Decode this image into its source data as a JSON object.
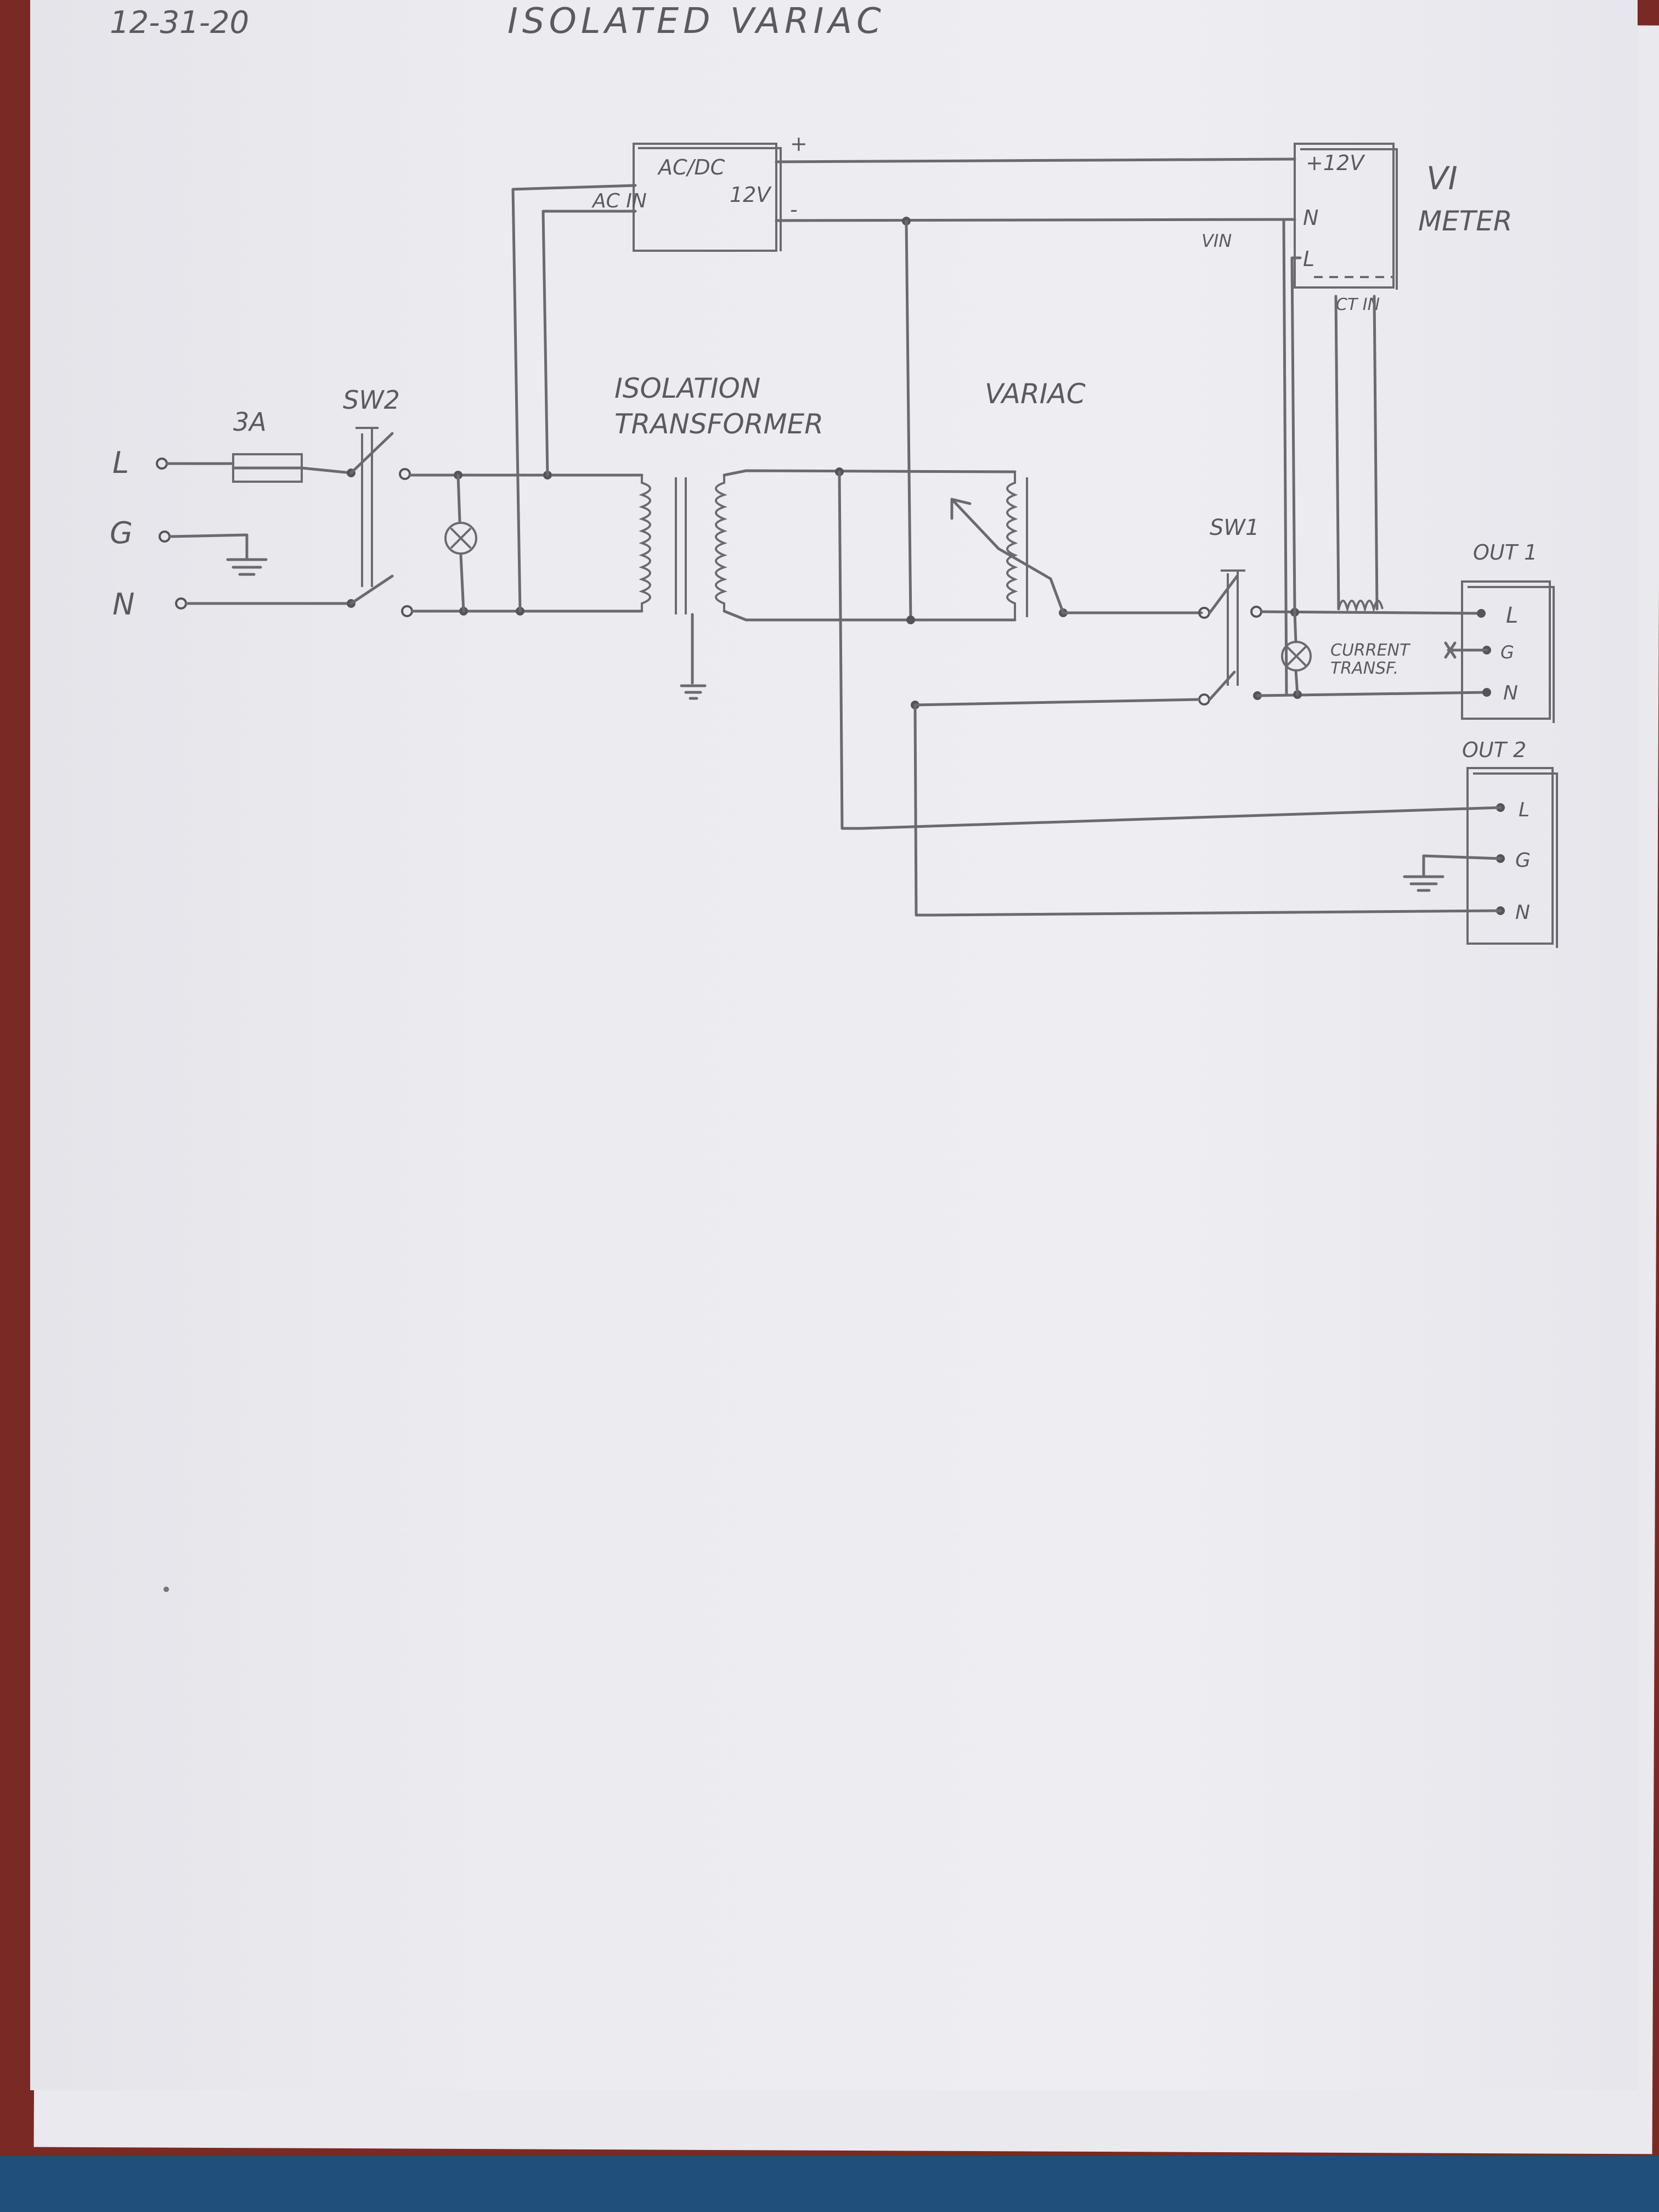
{
  "header": {
    "date": "12-31-20",
    "title": "ISOLATED VARIAC"
  },
  "input": {
    "line": "L",
    "ground": "G",
    "neutral": "N",
    "fuse": "3A",
    "switch": "SW2"
  },
  "psu": {
    "title": "AC/DC",
    "in_label": "AC IN",
    "out_label": "12V",
    "plus": "+",
    "minus": "-"
  },
  "isolation_transformer": {
    "line1": "ISOLATION",
    "line2": "TRANSFORMER"
  },
  "variac": {
    "label": "VARIAC"
  },
  "meter": {
    "title_line1": "VI",
    "title_line2": "METER",
    "pin_12v": "+12V",
    "pin_n": "N",
    "pin_l": "L",
    "vin": "VIN",
    "ct_label": "CT IN"
  },
  "current_transformer": {
    "line1": "CURRENT",
    "line2": "TRANSF."
  },
  "switch1": {
    "label": "SW1"
  },
  "out1": {
    "label": "OUT 1",
    "l": "L",
    "g": "G",
    "n": "N"
  },
  "out2": {
    "label": "OUT 2",
    "l": "L",
    "g": "G",
    "n": "N"
  }
}
